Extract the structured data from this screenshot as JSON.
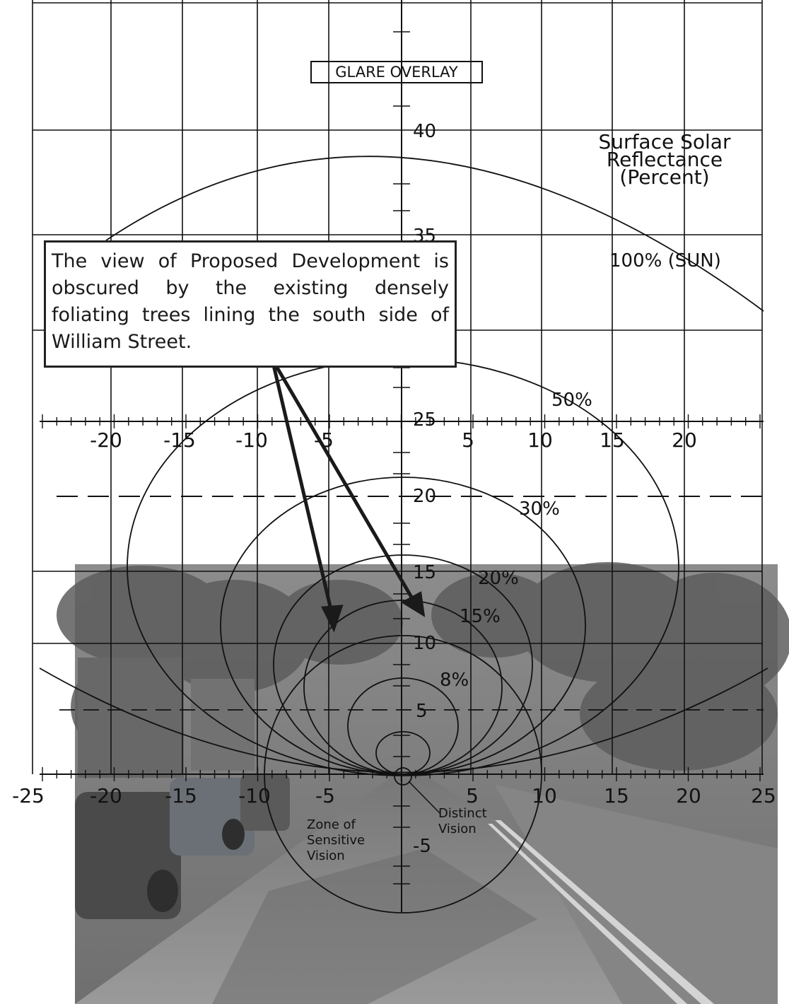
{
  "title": "GLARE OVERLAY",
  "legend_title_lines": [
    "Surface Solar",
    "Reflectance",
    "(Percent)"
  ],
  "callout_text": "The view of Proposed Development is obscured by the existing densely foliating trees lining the south side of William Street.",
  "zone_label_lines": [
    "Zone of",
    "Sensitive",
    "Vision"
  ],
  "distinct_label_lines": [
    "Distinct",
    "Vision"
  ],
  "vertical_axis_ticks": [
    "40",
    "35",
    "25",
    "20",
    "15",
    "10",
    "5",
    "-5"
  ],
  "upper_horizontal_ticks": [
    "-20",
    "-15",
    "-10",
    "-5",
    "5",
    "10",
    "15",
    "20"
  ],
  "lower_horizontal_ticks": [
    "-25",
    "-20",
    "-15",
    "-10",
    "-5",
    "5",
    "10",
    "15",
    "20",
    "25"
  ],
  "contour_labels": [
    "100% (SUN)",
    "50%",
    "30%",
    "20%",
    "15%",
    "8%"
  ],
  "colors": {
    "ink": "#111111",
    "photo_overlay": "#7a7a7a"
  }
}
